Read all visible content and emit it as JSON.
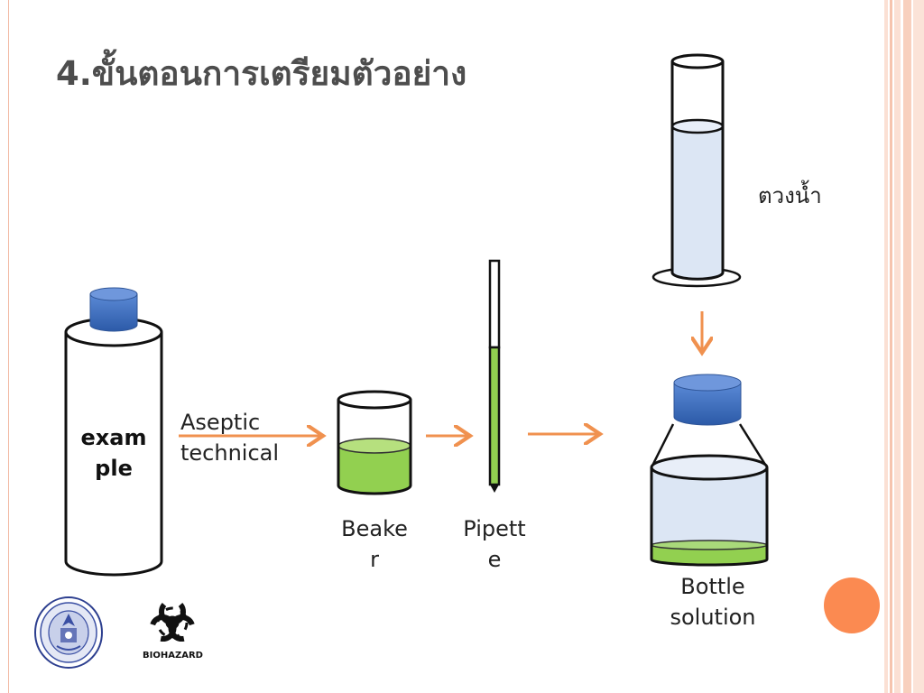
{
  "slide": {
    "title": "4.ขั้นตอนการเตรียมตัวอย่าง",
    "colors": {
      "title": "#4d4d4d",
      "stripe_light": "#fbe0d4",
      "stripe_mid": "#f6c4ae",
      "accent": "#fb8a51",
      "arrow": "#f0914f",
      "cap_blue": "#3f6dc1",
      "liquid_green": "#92d050",
      "liquid_blue": "#dce6f4"
    }
  },
  "diagram": {
    "sample_bottle_label_line1": "exam",
    "sample_bottle_label_line2": "ple",
    "step1_label_line1": "Aseptic",
    "step1_label_line2": "technical",
    "beaker_label_line1": "Beake",
    "beaker_label_line2": "r",
    "pipette_label_line1": "Pipett",
    "pipette_label_line2": "e",
    "cylinder_label": "ตวงน้ำ",
    "bottle_label_line1": "Bottle",
    "bottle_label_line2": "solution"
  },
  "logos": {
    "biohazard_text": "BIOHAZARD"
  }
}
